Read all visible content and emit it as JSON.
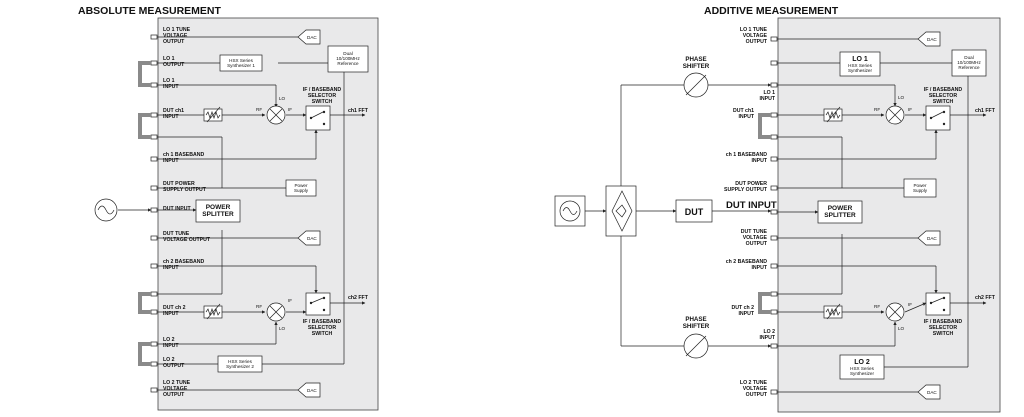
{
  "left": {
    "title": "ABSOLUTE MEASUREMENT",
    "labels": {
      "lo1_tune": [
        "LO 1 TUNE",
        "VOLTAGE",
        "OUTPUT"
      ],
      "lo1_output": [
        "LO 1",
        "OUTPUT"
      ],
      "lo1_input": [
        "LO 1",
        "INPUT"
      ],
      "dut_ch1_input": [
        "DUT ch1",
        "INPUT"
      ],
      "ch1_baseband": [
        "ch 1 BASEBAND",
        "INPUT"
      ],
      "dut_power": [
        "DUT POWER",
        "SUPPLY OUTPUT"
      ],
      "dut_input": "DUT INPUT",
      "dut_tune": [
        "DUT TUNE",
        "VOLTAGE OUTPUT"
      ],
      "ch2_baseband": [
        "ch 2 BASEBAND",
        "INPUT"
      ],
      "dut_ch2_input": [
        "DUT ch 2",
        "INPUT"
      ],
      "lo2_input": [
        "LO 2",
        "INPUT"
      ],
      "lo2_output": [
        "LO 2",
        "OUTPUT"
      ],
      "lo2_tune": [
        "LO 2 TUNE",
        "VOLTAGE",
        "OUTPUT"
      ]
    },
    "blocks": {
      "dac": "DAC",
      "synth1": [
        "HSX Series",
        "Synthesizer 1"
      ],
      "synth2": [
        "HSX Series",
        "Synthesizer 2"
      ],
      "dual_ref": [
        "Dual",
        "10/100MHz",
        "Reference"
      ],
      "power_supply": [
        "Power",
        "Supply"
      ],
      "power_splitter": [
        "POWER",
        "SPLITTER"
      ],
      "switch_top": [
        "IF / BASEBAND",
        "SELECTOR",
        "SWITCH"
      ],
      "switch_bottom": [
        "IF / BASEBAND",
        "SELECTOR",
        "SWITCH"
      ],
      "ch1_fft": "ch1 FFT",
      "ch2_fft": "ch2 FFT",
      "rf": "RF",
      "if": "IF",
      "lo": "LO"
    }
  },
  "right": {
    "title": "ADDITIVE MEASUREMENT",
    "labels": {
      "lo1_tune": [
        "LO 1 TUNE",
        "VOLTAGE",
        "OUTPUT"
      ],
      "lo1_input": [
        "LO 1",
        "INPUT"
      ],
      "dut_ch1_input": [
        "DUT ch1",
        "INPUT"
      ],
      "ch1_baseband": [
        "ch 1 BASEBAND",
        "INPUT"
      ],
      "dut_power": [
        "DUT POWER",
        "SUPPLY OUTPUT"
      ],
      "dut_input": "DUT INPUT",
      "dut_tune": [
        "DUT TUNE",
        "VOLTAGE",
        "OUTPUT"
      ],
      "ch2_baseband": [
        "ch 2 BASEBAND",
        "INPUT"
      ],
      "dut_ch2_input": [
        "DUT ch 2",
        "INPUT"
      ],
      "lo2_input": [
        "LO 2",
        "INPUT"
      ],
      "lo2_tune": [
        "LO 2 TUNE",
        "VOLTAGE",
        "OUTPUT"
      ]
    },
    "blocks": {
      "dac": "DAC",
      "lo1": [
        "LO 1",
        "HSX Series",
        "Synthesizer"
      ],
      "lo2": [
        "LO 2",
        "HSX Series",
        "Synthesizer"
      ],
      "dual_ref": [
        "Dual",
        "10/100MHz",
        "Reference"
      ],
      "power_supply": [
        "Power",
        "Supply"
      ],
      "power_splitter": [
        "POWER",
        "SPLITTER"
      ],
      "phase_shifter": [
        "PHASE",
        "SHIFTER"
      ],
      "dut": "DUT",
      "switch_top": [
        "IF / BASEBAND",
        "SELECTOR",
        "SWITCH"
      ],
      "switch_bottom": [
        "IF / BASEBAND",
        "SELECTOR",
        "SWITCH"
      ],
      "ch1_fft": "ch1 FFT",
      "ch2_fft": "ch2 FFT",
      "rf": "RF",
      "if": "IF",
      "lo": "LO"
    }
  }
}
